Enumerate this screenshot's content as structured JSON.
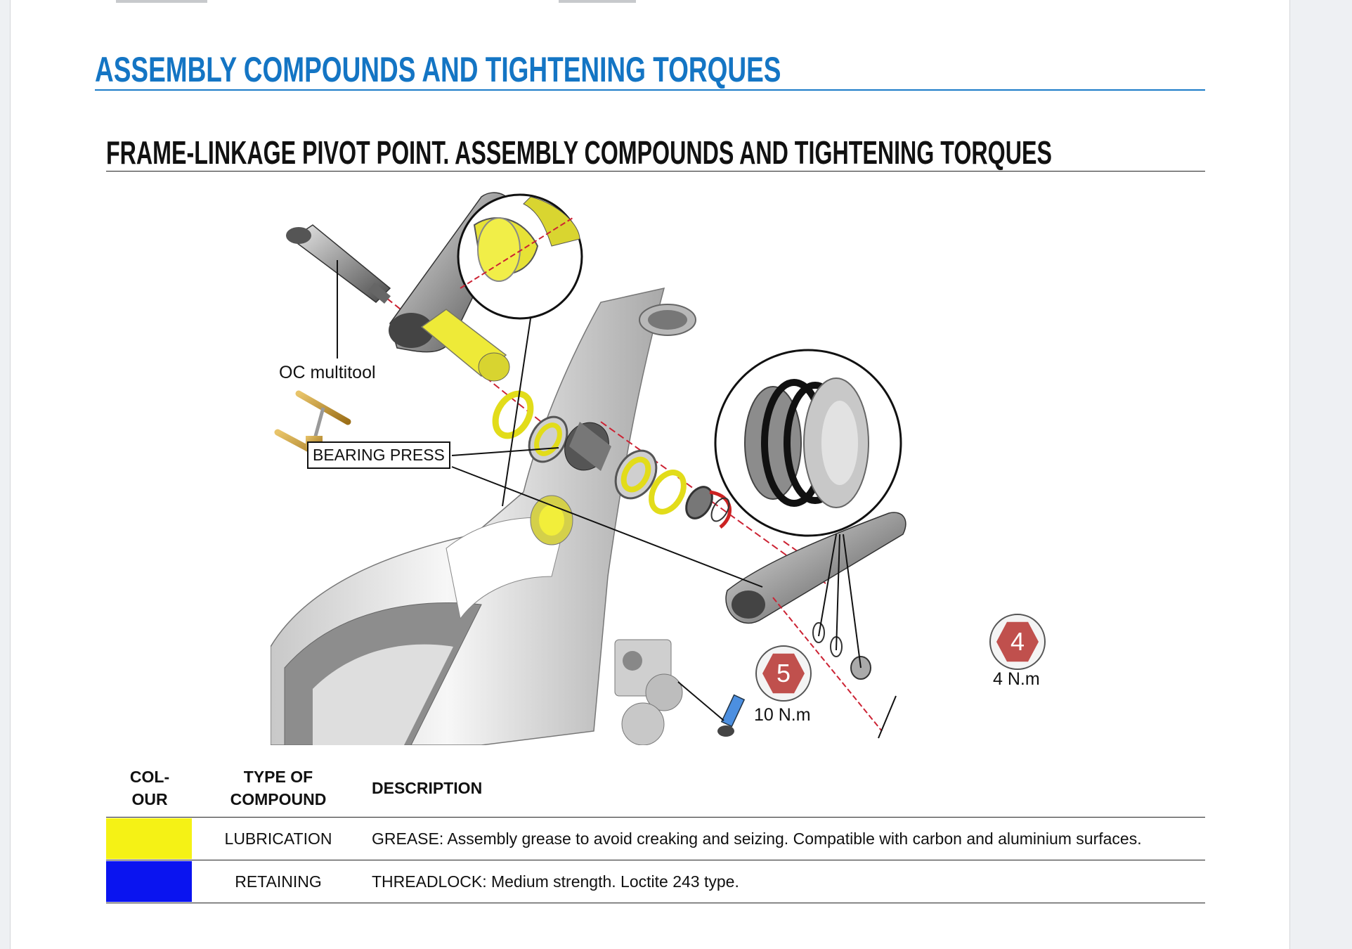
{
  "heading": "ASSEMBLY COMPOUNDS AND TIGHTENING TORQUES",
  "subheading": "FRAME-LINKAGE PIVOT POINT. ASSEMBLY COMPOUNDS AND TIGHTENING TORQUES",
  "diagram": {
    "label_multitool": "OC multitool",
    "label_bearing_press": "BEARING PRESS",
    "bolt_5": {
      "number": "5",
      "torque": "10 N.m"
    },
    "bolt_4": {
      "number": "4",
      "torque": "4 N.m"
    }
  },
  "table": {
    "headers": {
      "colour_line1": "COL-",
      "colour_line2": "OUR",
      "type_line1": "TYPE OF",
      "type_line2": "COMPOUND",
      "description": "DESCRIPTION"
    },
    "rows": [
      {
        "colour": "#f5f215",
        "type": "LUBRICATION",
        "description": "GREASE: Assembly grease to avoid creaking and seizing. Compatible with carbon and aluminium surfaces."
      },
      {
        "colour": "#0a14f0",
        "type": "RETAINING",
        "description": "THREADLOCK: Medium strength. Loctite 243 type."
      }
    ]
  },
  "colors": {
    "heading": "#1475c4",
    "grease": "#f5f215",
    "threadlock": "#0a14f0",
    "bolt_badge": "#c0504d"
  }
}
